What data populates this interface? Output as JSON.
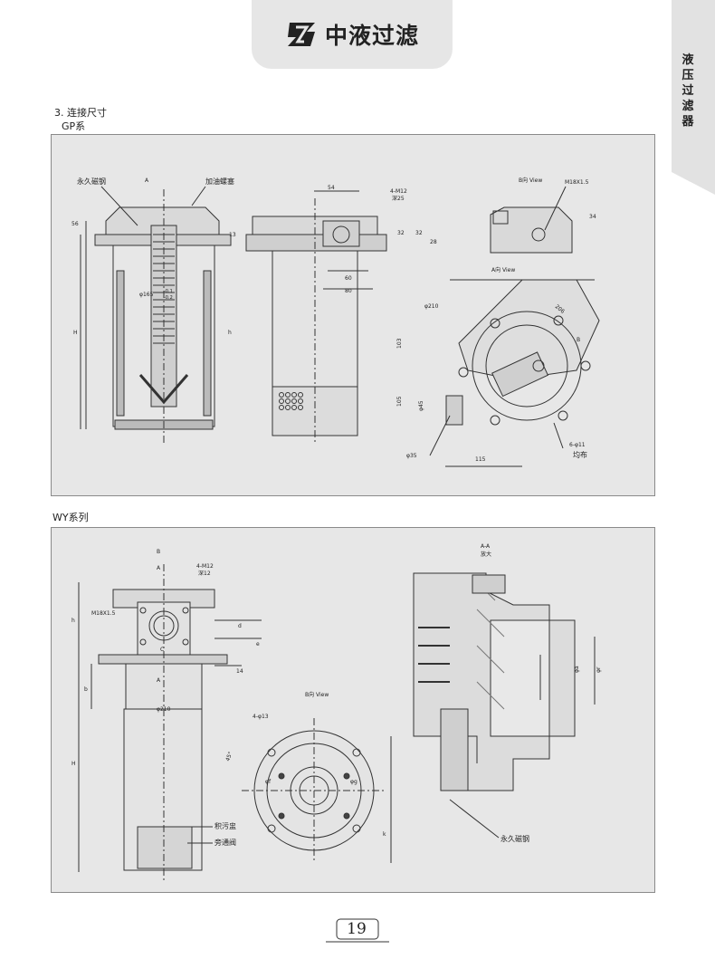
{
  "header": {
    "brand_text": "中液过滤"
  },
  "side_tab": {
    "text": "液压过滤器"
  },
  "section": {
    "title": "3. 连接尺寸",
    "gp_label": "GP系",
    "wy_label": "WY系列"
  },
  "gp_drawing": {
    "labels": {
      "magnet": "永久磁钢",
      "refill_plug": "加油螺塞",
      "A": "A",
      "dim_56": "56",
      "dim_13": "13",
      "H": "H",
      "h": "h",
      "phi165": "φ165",
      "tol_pos": "-0.1",
      "tol_neg": "-0.2",
      "dim_54": "54",
      "m12": "4-M12",
      "depth25": "深25",
      "dim_32a": "32",
      "dim_32b": "32",
      "dim_28": "28",
      "dim_60": "60",
      "dim_80": "80",
      "b_view": "B向 View",
      "m18": "M18X1.5",
      "dim_34": "34",
      "a_view": "A向 View",
      "phi210": "φ210",
      "dim_206": "206",
      "B": "B",
      "dim_103": "103",
      "dim_105": "105",
      "phi45": "φ45",
      "phi35": "φ35",
      "dim_115": "115",
      "holes": "6-φ11",
      "even": "均布"
    }
  },
  "wy_drawing": {
    "labels": {
      "B": "B",
      "A": "A",
      "m12": "4-M12",
      "depth12": "深12",
      "m18": "M18X1.5",
      "h": "h",
      "d": "d",
      "e": "e",
      "C": "C",
      "b": "b",
      "dim_14": "14",
      "A2": "A",
      "phi210": "φ210",
      "H": "H",
      "b_view": "B向 View",
      "holes": "4-φ13",
      "deg45": "45°",
      "phi_f": "φf",
      "phi_g": "φg",
      "k": "k",
      "dirt": "积污盅",
      "bypass": "旁通阀",
      "aa": "A-A",
      "enlarge": "放大",
      "phi_a": "φa",
      "phi_r": "φr",
      "magnet": "永久磁钢"
    }
  },
  "page": {
    "number": "19"
  }
}
